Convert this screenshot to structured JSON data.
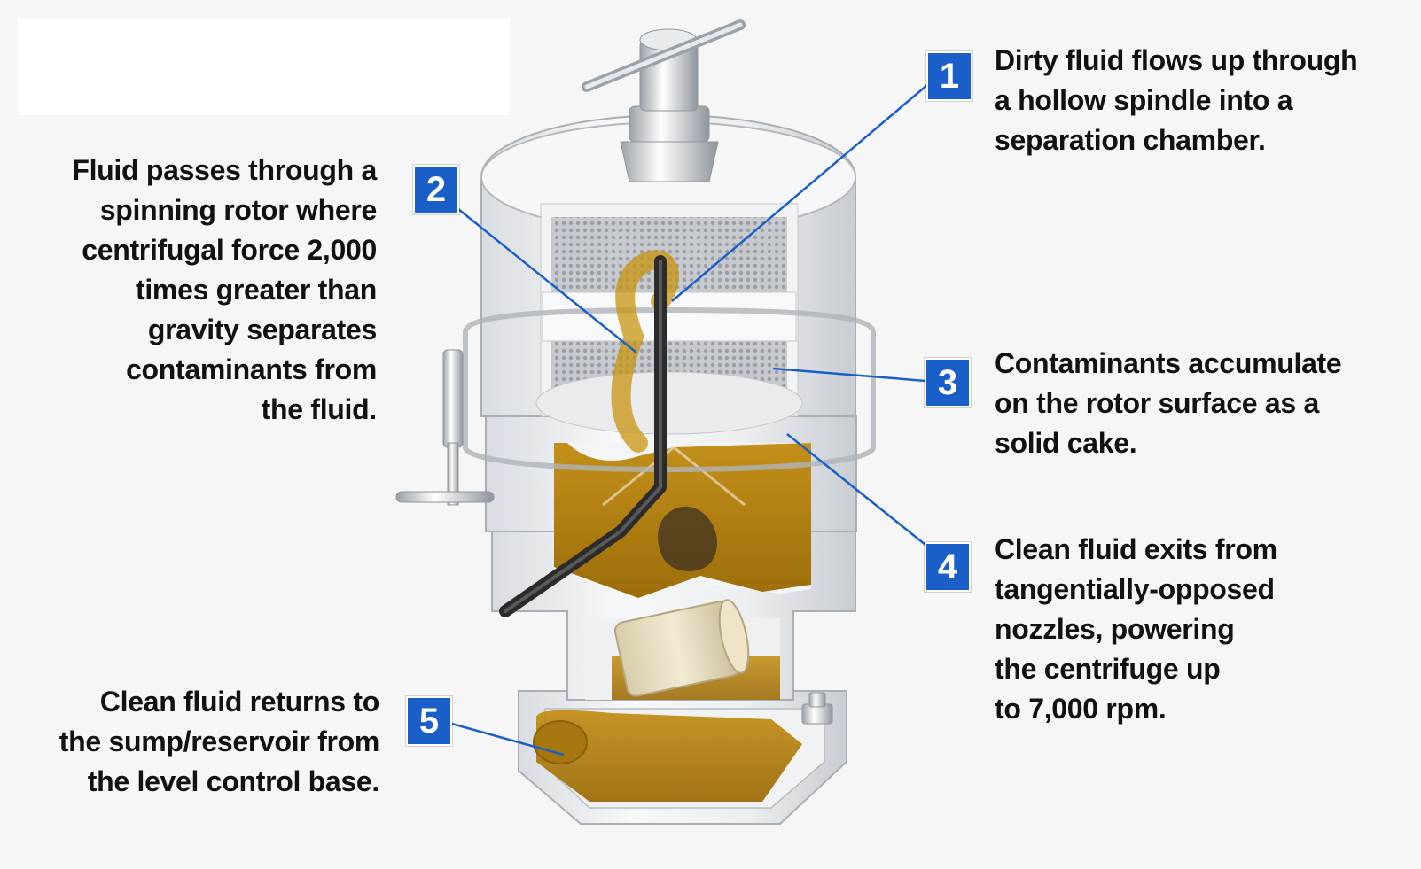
{
  "colors": {
    "accent": "#1a5fc8",
    "fluid": "#b8860b",
    "metal": "#c9ced3",
    "text": "#111111"
  },
  "callouts": [
    {
      "number": "1",
      "lines": [
        "Dirty fluid flows up through",
        "a hollow spindle into a",
        "separation chamber."
      ]
    },
    {
      "number": "2",
      "lines": [
        "Fluid passes through a",
        "spinning rotor where",
        "centrifugal force 2,000",
        "times greater than",
        "gravity separates",
        "contaminants from",
        "the fluid."
      ]
    },
    {
      "number": "3",
      "lines": [
        "Contaminants accumulate",
        "on the rotor surface as a",
        "solid cake."
      ]
    },
    {
      "number": "4",
      "lines": [
        "Clean fluid exits from",
        "tangentially-opposed",
        "nozzles, powering",
        "the centrifuge up",
        "to 7,000 rpm."
      ]
    },
    {
      "number": "5",
      "lines": [
        "Clean fluid returns to",
        "the sump/reservoir from",
        "the level control base."
      ]
    }
  ]
}
